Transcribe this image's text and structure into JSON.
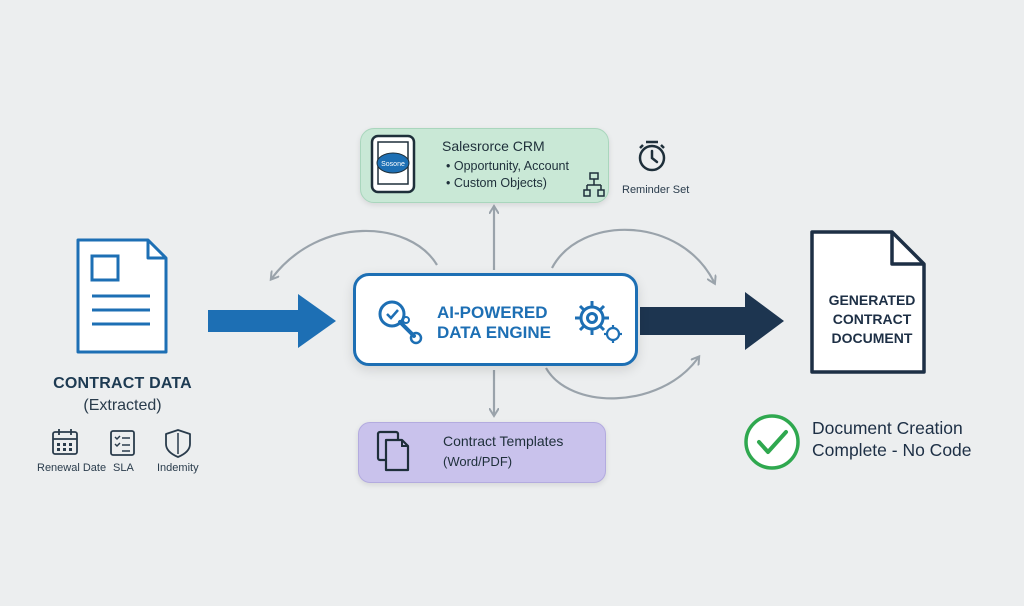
{
  "contract_data": {
    "title": "CONTRACT DATA",
    "subtitle": "(Extracted)",
    "fields": [
      {
        "label": "Renewal Date",
        "icon": "calendar-icon"
      },
      {
        "label": "SLA",
        "icon": "checklist-icon"
      },
      {
        "label": "Indemity",
        "icon": "shield-icon"
      }
    ]
  },
  "crm": {
    "title": "Salesrorce CRM",
    "bullets": [
      "• Opportunity, Account",
      "• Custom Objects)"
    ],
    "device_text": "Sosone",
    "reminder_label": "Reminder Set"
  },
  "engine": {
    "line1": "AI-POWERED",
    "line2": "DATA ENGINE"
  },
  "templates": {
    "title": "Contract Templates",
    "subtitle": "(Word/PDF)"
  },
  "output": {
    "line1": "GENERATED",
    "line2": "CONTRACT",
    "line3": "DOCUMENT",
    "status_line1": "Document Creation",
    "status_line2": "Complete - No Code"
  },
  "colors": {
    "background": "#eceeef",
    "primary_blue": "#1d6fb4",
    "dark_navy": "#1d3550",
    "crm_green": "#c9e8d6",
    "template_purple": "#c9c2ec",
    "check_green": "#2fa84f",
    "gray_arrow": "#9aa3ab"
  }
}
